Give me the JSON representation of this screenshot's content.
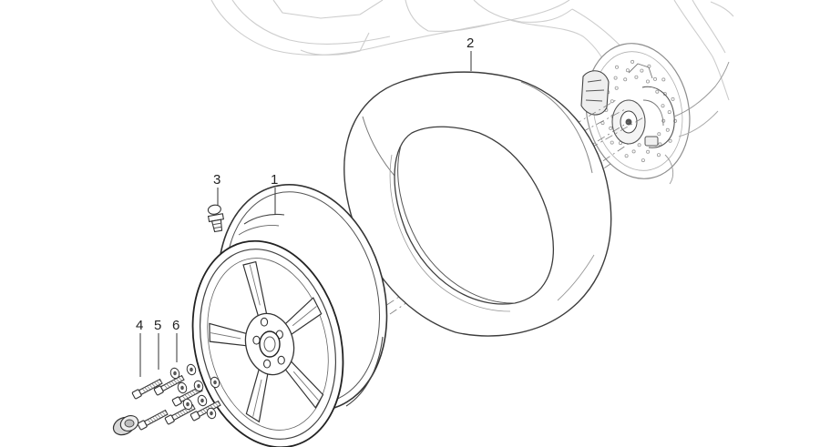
{
  "callouts": {
    "c1": "1",
    "c2": "2",
    "c3": "3",
    "c4": "4",
    "c5": "5",
    "c6": "6"
  },
  "colors": {
    "ghost": "#c8c8c8",
    "line": "#4a4a4a",
    "dark": "#333333",
    "fill": "#ffffff"
  }
}
